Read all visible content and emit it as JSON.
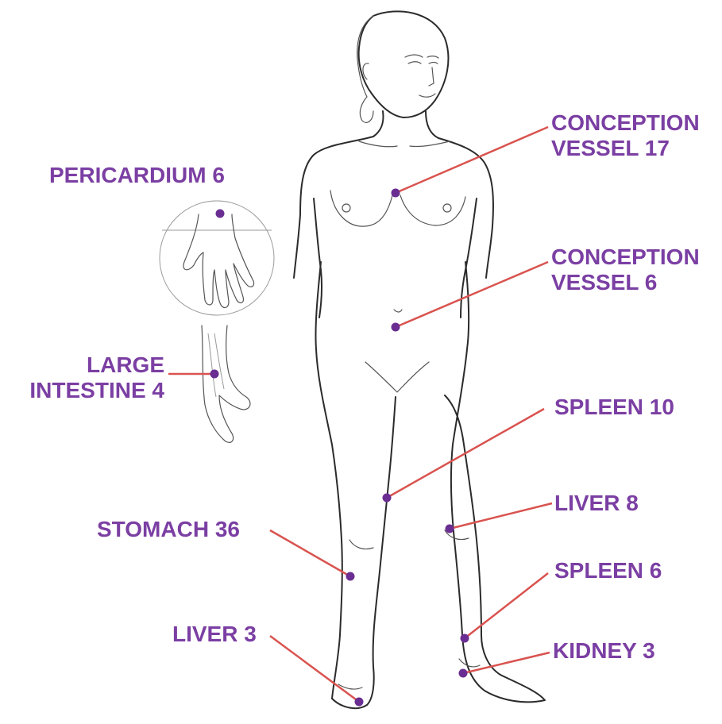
{
  "colors": {
    "label": "#7b3fa3",
    "leader": "#d9534f",
    "point": "#6a2d91",
    "outline": "#2b2b2b"
  },
  "labels": {
    "cv17_line1": "CONCEPTION",
    "cv17_line2": "VESSEL 17",
    "pc6": "PERICARDIUM 6",
    "cv6_line1": "CONCEPTION",
    "cv6_line2": "VESSEL 6",
    "li4_line1": "LARGE",
    "li4_line2": "INTESTINE 4",
    "sp10": "SPLEEN 10",
    "lv8": "LIVER 8",
    "st36": "STOMACH 36",
    "sp6": "SPLEEN 6",
    "lv3": "LIVER 3",
    "kd3": "KIDNEY 3"
  }
}
